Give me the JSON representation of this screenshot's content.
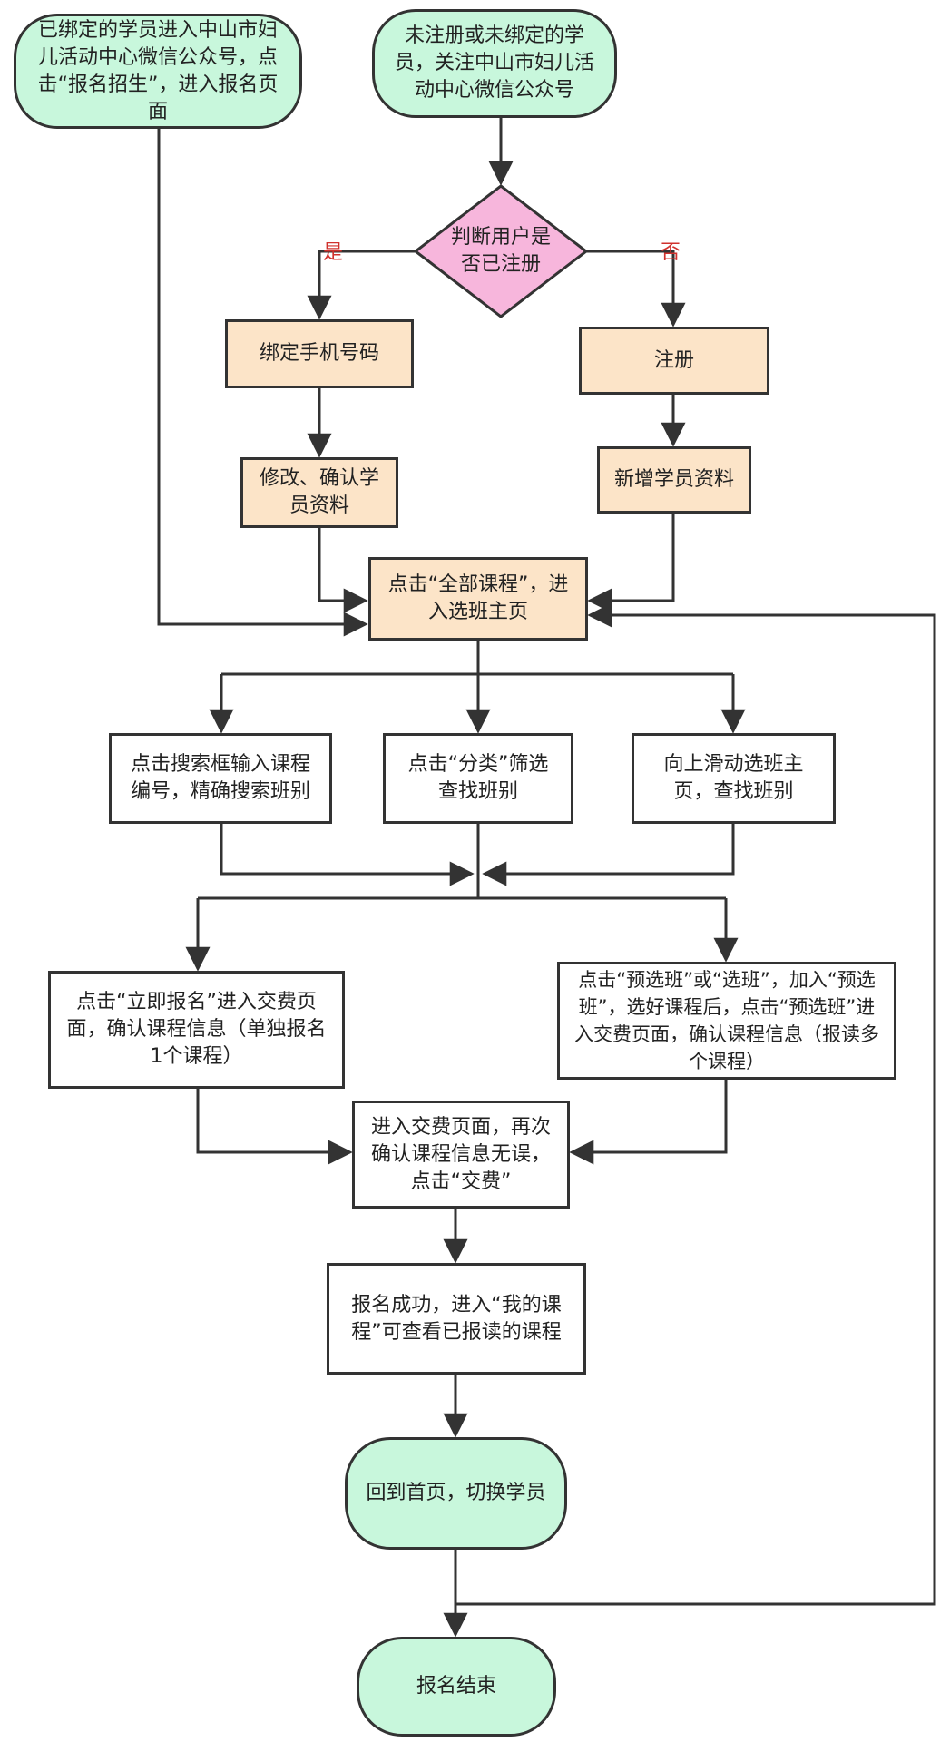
{
  "nodes": {
    "start_bound": "已绑定的学员进入中山市妇儿活动中心微信公众号，点击“报名招生”，进入报名页面",
    "start_new": "未注册或未绑定的学员，关注中山市妇儿活动中心微信公众号",
    "decision": "判断用户是否已注册",
    "bind_phone": "绑定手机号码",
    "register": "注册",
    "edit_info": "修改、确认学员资料",
    "add_info": "新增学员资料",
    "all_courses": "点击“全部课程”，进入选班主页",
    "search_box": "点击搜索框输入课程编号，精确搜索班别",
    "category": "点击“分类”筛选查找班别",
    "scroll": "向上滑动选班主页，查找班别",
    "enroll_now": "点击“立即报名”进入交费页面，确认课程信息（单独报名1个课程）",
    "preselect": "点击“预选班”或“选班”，加入“预选班”，选好课程后，点击“预选班”进入交费页面，确认课程信息（报读多个课程）",
    "payment": "进入交费页面，再次确认课程信息无误，点击“交费”",
    "success": "报名成功，进入“我的课程”可查看已报读的课程",
    "home": "回到首页，切换学员",
    "end": "报名结束"
  },
  "labels": {
    "yes": "是",
    "no": "否"
  },
  "colors": {
    "pill": "#c8f7dc",
    "process": "#fce4c8",
    "decision": "#f7b6dc",
    "label": "#d0312d"
  }
}
